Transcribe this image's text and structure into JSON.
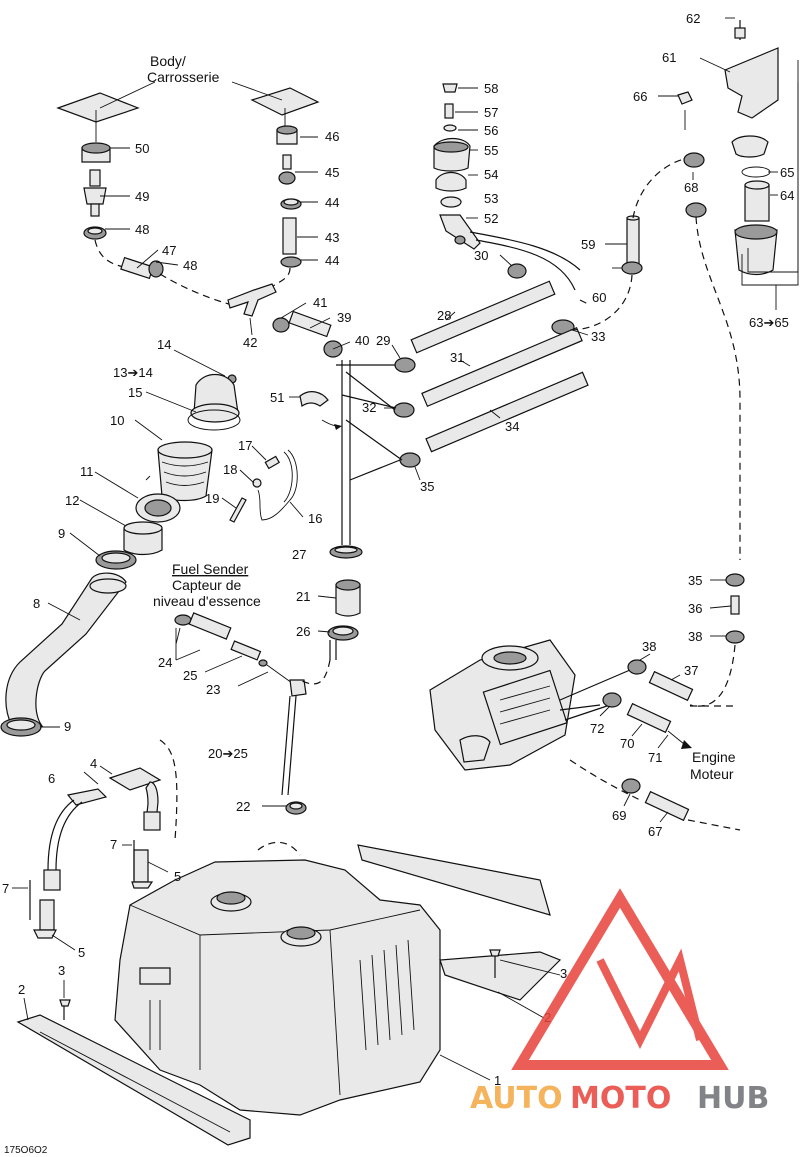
{
  "labels": {
    "p1": "1",
    "p2a": "2",
    "p2b": "2",
    "p3a": "3",
    "p3b": "3",
    "p4": "4",
    "p5a": "5",
    "p5b": "5",
    "p6": "6",
    "p7a": "7",
    "p7b": "7",
    "p8": "8",
    "p9a": "9",
    "p9b": "9",
    "p10": "10",
    "p11": "11",
    "p12": "12",
    "p13_14": "13➔14",
    "p14": "14",
    "p15": "15",
    "p16": "16",
    "p17": "17",
    "p18": "18",
    "p19": "19",
    "p20_25": "20➔25",
    "p21": "21",
    "p22": "22",
    "p23": "23",
    "p24": "24",
    "p25": "25",
    "p26": "26",
    "p27": "27",
    "p28": "28",
    "p29": "29",
    "p30": "30",
    "p31": "31",
    "p32": "32",
    "p33": "33",
    "p34": "34",
    "p35a": "35",
    "p35b": "35",
    "p36": "36",
    "p37": "37",
    "p38a": "38",
    "p38b": "38",
    "p39": "39",
    "p40": "40",
    "p41": "41",
    "p42": "42",
    "p43": "43",
    "p44a": "44",
    "p44b": "44",
    "p45": "45",
    "p46": "46",
    "p47": "47",
    "p48a": "48",
    "p48b": "48",
    "p49": "49",
    "p50": "50",
    "p51": "51",
    "p52": "52",
    "p53": "53",
    "p54": "54",
    "p55": "55",
    "p56": "56",
    "p57": "57",
    "p58": "58",
    "p59": "59",
    "p60": "60",
    "p61": "61",
    "p62": "62",
    "p63_65": "63➔65",
    "p64": "64",
    "p65": "65",
    "p66": "66",
    "p67": "67",
    "p68": "68",
    "p69": "69",
    "p70": "70",
    "p71": "71",
    "p72": "72"
  },
  "captions": {
    "body_en": "Body/",
    "body_fr": "Carrosserie",
    "sender_en": "Fuel Sender",
    "sender_fr1": "Capteur de",
    "sender_fr2": "niveau d'essence",
    "engine_en": "Engine",
    "engine_fr": "Moteur"
  },
  "figure_id": "175O6O2",
  "watermark": {
    "part1": "AUTO",
    "part2": "MOTO",
    "part3": "HUB",
    "color_orange": "#f4a640",
    "color_red": "#e8423c",
    "color_gray": "#6d6e71"
  }
}
